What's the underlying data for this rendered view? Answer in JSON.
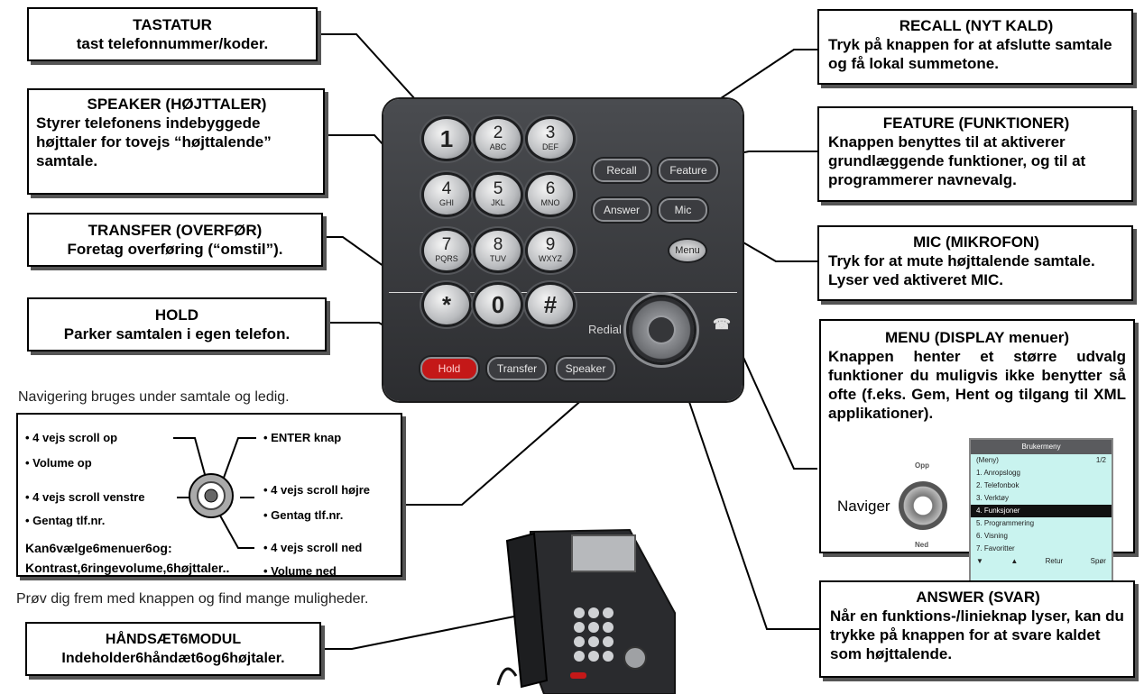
{
  "boxes": {
    "tastatur": {
      "title": "TASTATUR",
      "body": "tast telefonnummer/koder."
    },
    "speaker": {
      "title": "SPEAKER (HØJTTALER)",
      "body": "Styrer telefonens indebyggede højttaler for tovejs “højttalende” samtale."
    },
    "transfer": {
      "title": "TRANSFER (OVERFØR)",
      "body": "Foretag overføring (“omstil”)."
    },
    "hold": {
      "title": "HOLD",
      "body": "Parker samtalen i egen telefon."
    },
    "recall": {
      "title": "RECALL (NYT KALD)",
      "body": "Tryk på knappen for at afslutte samtale og få lokal summetone."
    },
    "feature": {
      "title": "FEATURE (FUNKTIONER)",
      "body": "Knappen benyttes til at aktiverer grundlæggende funktioner, og til at programmerer navnevalg."
    },
    "mic": {
      "title": "MIC (MIKROFON)",
      "body": "Tryk for at mute højttalende samtale. Lyser ved aktiveret MIC."
    },
    "menu": {
      "title": "MENU (DISPLAY menuer)",
      "body": "Knappen henter et større udvalg funktioner du muligvis ikke benytter så ofte (f.eks. Gem, Hent og tilgang til XML applikationer)."
    },
    "answer": {
      "title": "ANSWER (SVAR)",
      "body": "Når en funktions-/linieknap lyser, kan du trykke på knappen for at svare kaldet som højttalende."
    },
    "handset": {
      "title": "HÅNDSÆT6MODUL",
      "body": "Indeholder6håndæt6og6højtaler."
    }
  },
  "navigation": {
    "intro": "Navigering bruges under samtale og ledig.",
    "outro": "Prøv dig frem med knappen og find mange muligheder.",
    "left_items": [
      "• 4 vejs scroll op",
      "• Volume op",
      "• 4 vejs scroll venstre",
      "• Gentag tlf.nr."
    ],
    "right_items": [
      "• ENTER knap",
      "• 4 vejs scroll højre",
      "• Gentag tlf.nr.",
      "• 4 vejs scroll ned",
      "• Volume ned"
    ],
    "note_line1": "Kan6vælge6menuer6og:",
    "note_line2": "Kontrast,6ringevolume,6højttaler.."
  },
  "keypad": [
    {
      "digit": "1",
      "letters": ""
    },
    {
      "digit": "2",
      "letters": "ABC"
    },
    {
      "digit": "3",
      "letters": "DEF"
    },
    {
      "digit": "4",
      "letters": "GHI"
    },
    {
      "digit": "5",
      "letters": "JKL"
    },
    {
      "digit": "6",
      "letters": "MNO"
    },
    {
      "digit": "7",
      "letters": "PQRS"
    },
    {
      "digit": "8",
      "letters": "TUV"
    },
    {
      "digit": "9",
      "letters": "WXYZ"
    },
    {
      "digit": "*",
      "letters": ""
    },
    {
      "digit": "0",
      "letters": ""
    },
    {
      "digit": "#",
      "letters": ""
    }
  ],
  "phone_buttons": {
    "recall": "Recall",
    "feature": "Feature",
    "answer": "Answer",
    "mic": "Mic",
    "menu": "Menu",
    "hold": "Hold",
    "transfer": "Transfer",
    "speaker": "Speaker",
    "redial": "Redial",
    "handsfree_icon": "handset-icon"
  },
  "menu_screen": {
    "header": "Brukermeny",
    "top_left": "(Meny)",
    "top_right": "1/2",
    "items": [
      "1. Anropslogg",
      "2. Telefonbok",
      "3. Verktøy",
      "4. Funksjoner",
      "5. Programmering",
      "6. Visning",
      "7. Favoritter"
    ],
    "selected_index": 3,
    "footer": [
      "▼",
      "▲",
      "Retur",
      "Spør"
    ],
    "nav_label": "Naviger",
    "arrow_up": "Opp",
    "arrow_down": "Ned"
  },
  "colors": {
    "hold_button": "#c41818",
    "phone_body": "#3a3b3f",
    "screen_bg": "#c9f3ef"
  }
}
